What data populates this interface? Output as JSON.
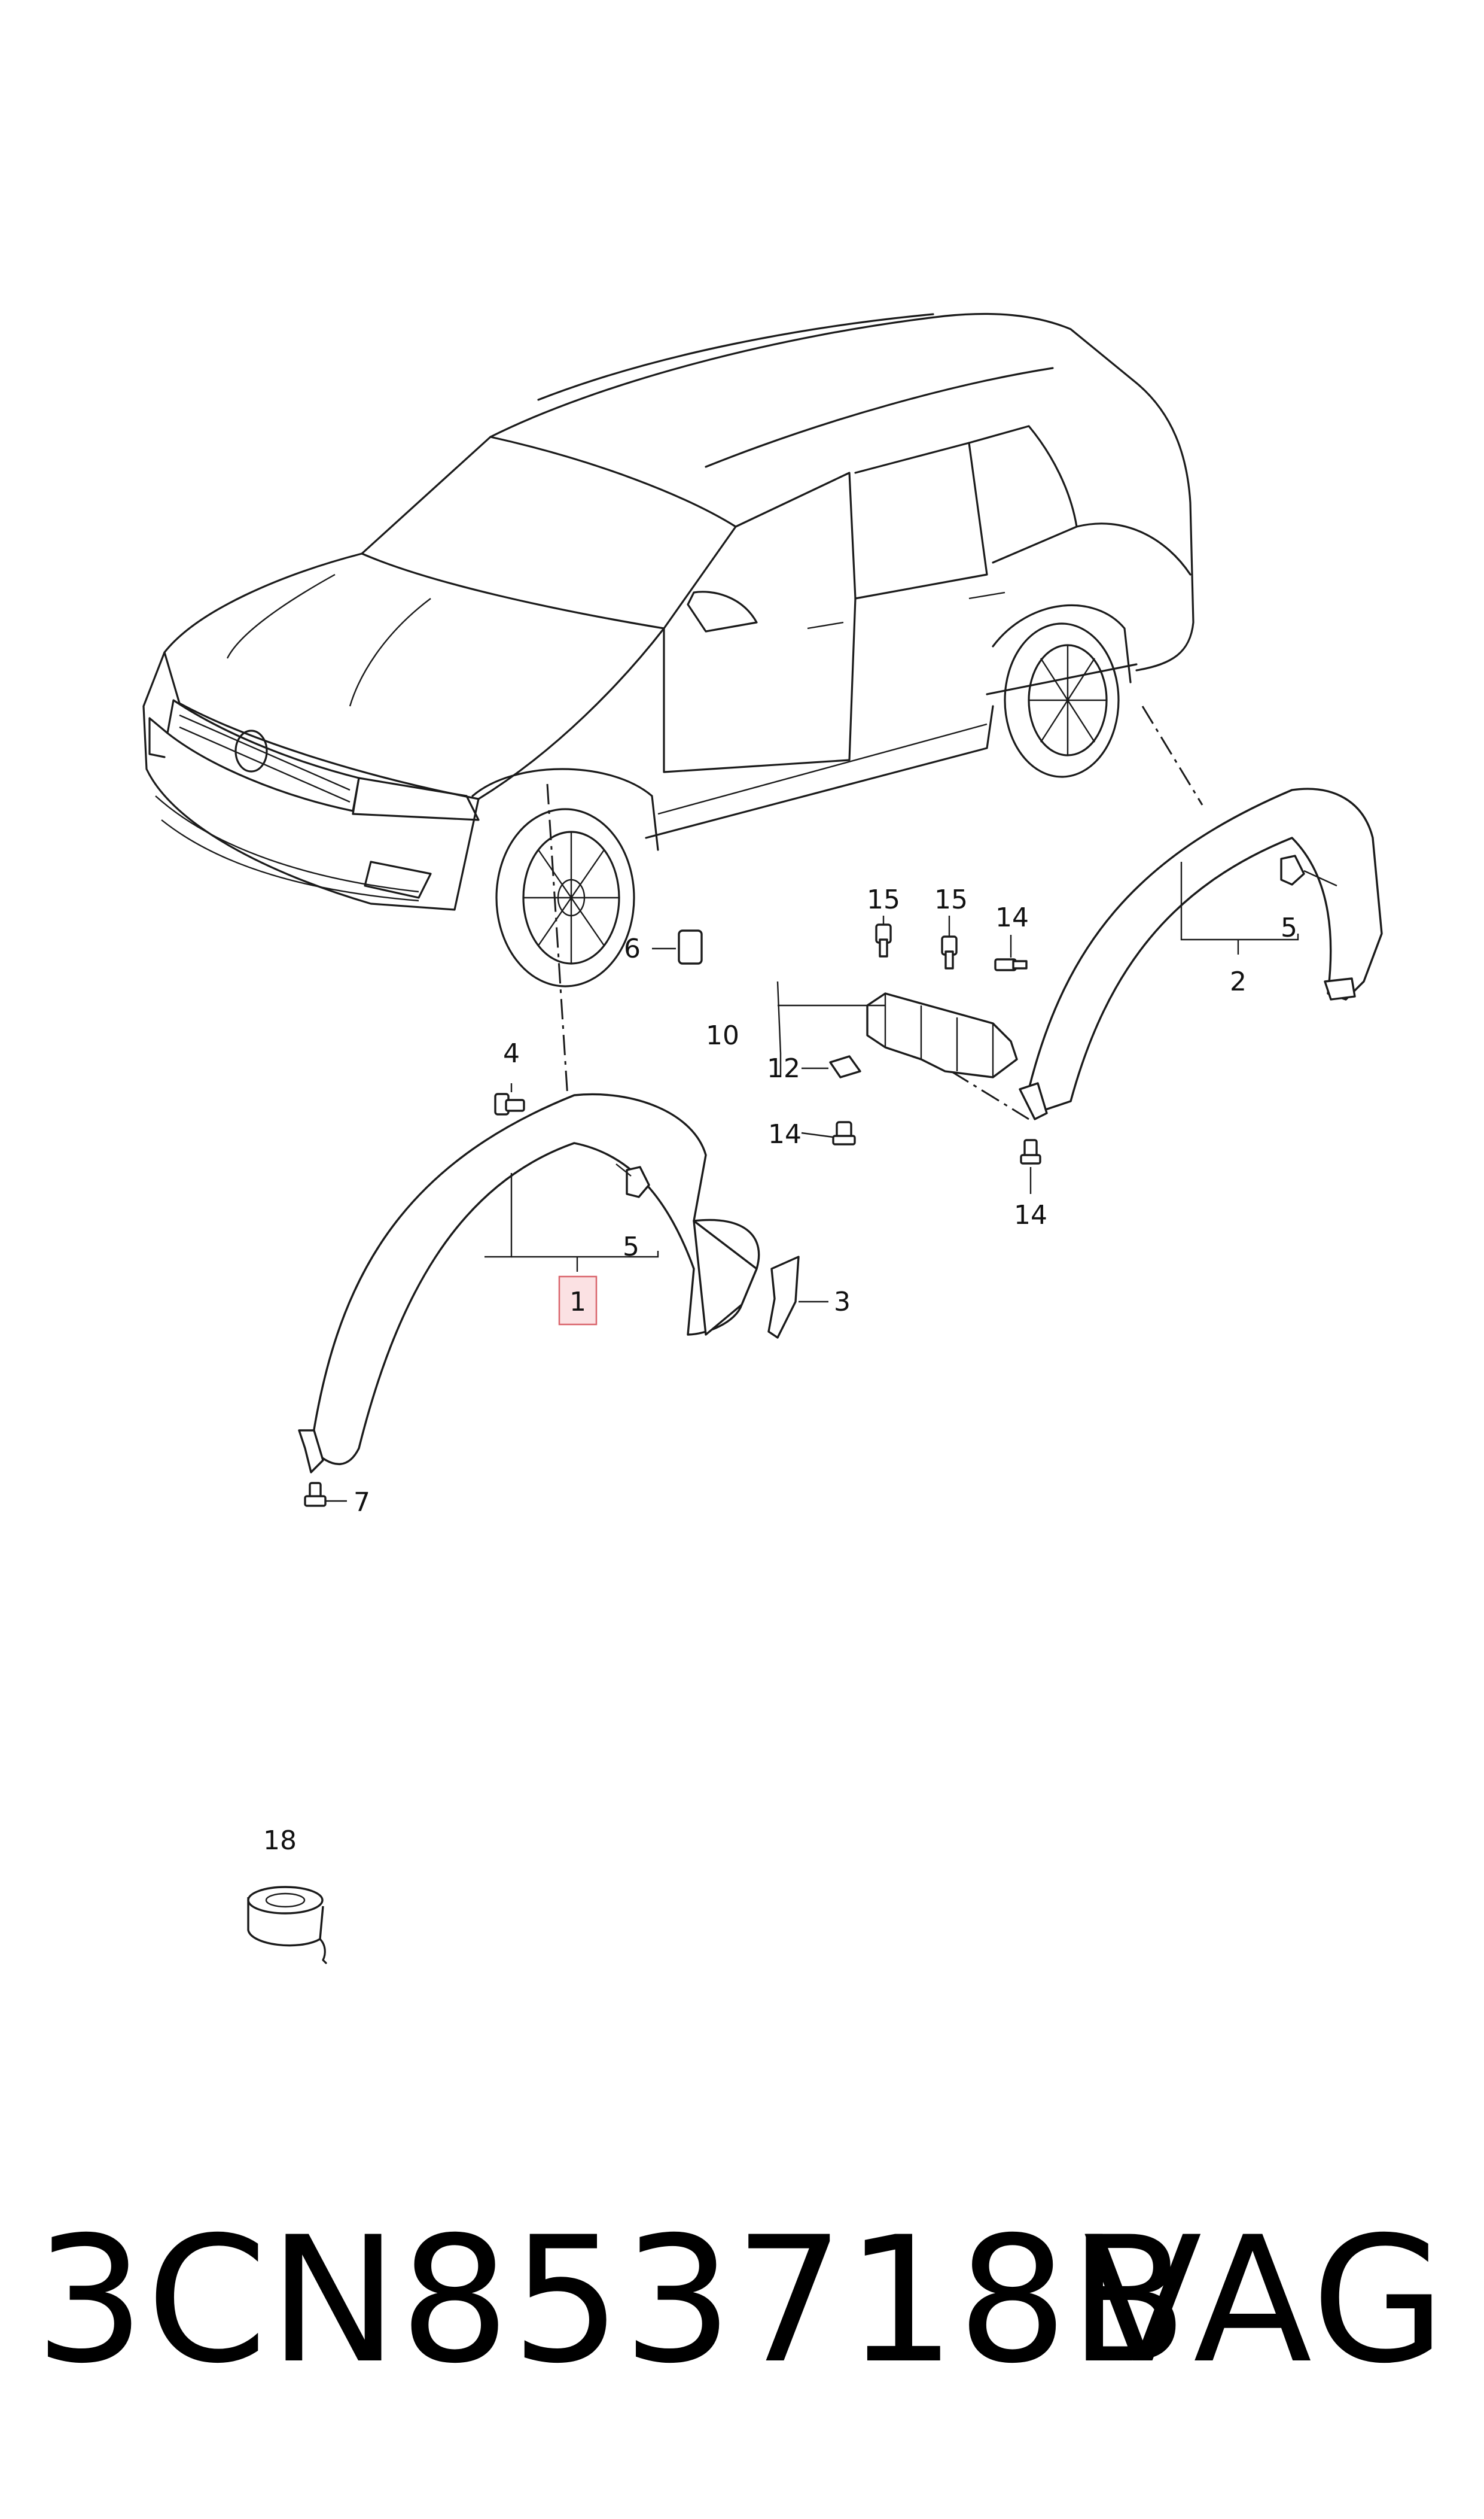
{
  "diagram": {
    "callouts": {
      "c1": "1",
      "c2": "2",
      "c3": "3",
      "c4": "4",
      "c5a": "5",
      "c5b": "5",
      "c6": "6",
      "c7": "7",
      "c10": "10",
      "c12": "12",
      "c14a": "14",
      "c14b": "14",
      "c14c": "14",
      "c15a": "15",
      "c15b": "15",
      "c18": "18"
    },
    "highlighted_callout": "1",
    "highlight_color": "#fbe1e3"
  },
  "footer": {
    "part_number": "3CN853718B",
    "brand": "VAG"
  }
}
